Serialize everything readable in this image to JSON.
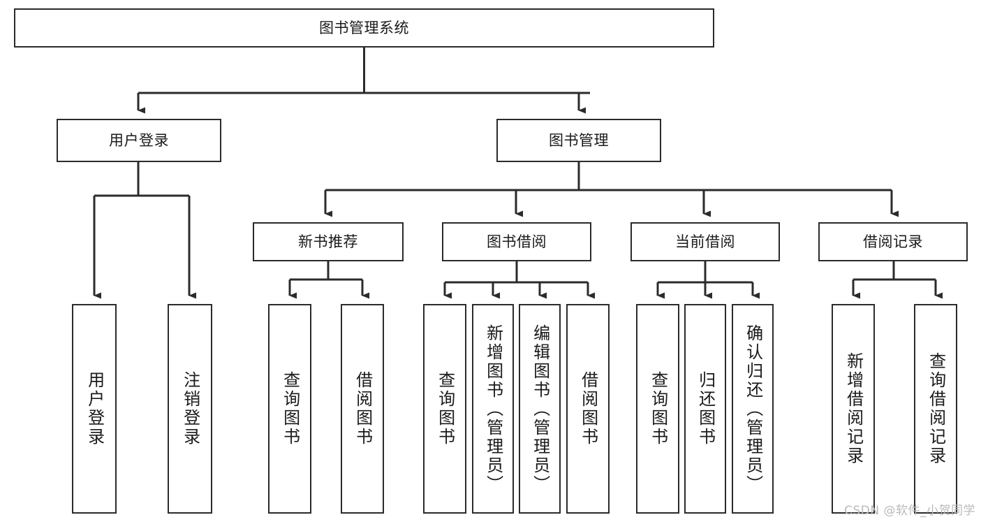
{
  "diagram": {
    "title": "图书管理系统",
    "type": "tree-hierarchy-chart",
    "watermark": "CSDN @软件_小贺同学",
    "colors": {
      "box_border": "#2b2b2b",
      "box_fill": "#ffffff",
      "connector": "#2b2b2b",
      "text": "#1a1a1a",
      "watermark": "#b9b9b9",
      "background": "#ffffff"
    },
    "nodes": {
      "root": {
        "label": "图书管理系统",
        "orientation": "horizontal"
      },
      "level2": [
        {
          "label": "用户登录",
          "orientation": "horizontal"
        },
        {
          "label": "图书管理",
          "orientation": "horizontal"
        }
      ],
      "level3": [
        {
          "label": "新书推荐",
          "orientation": "horizontal"
        },
        {
          "label": "图书借阅",
          "orientation": "horizontal"
        },
        {
          "label": "当前借阅",
          "orientation": "horizontal"
        },
        {
          "label": "借阅记录",
          "orientation": "horizontal"
        }
      ],
      "leaves": {
        "user_login": [
          {
            "label": "用户登录",
            "orientation": "vertical"
          },
          {
            "label": "注销登录",
            "orientation": "vertical"
          }
        ],
        "new_book_recommend": [
          {
            "label": "查询图书",
            "orientation": "vertical"
          },
          {
            "label": "借阅图书",
            "orientation": "vertical"
          }
        ],
        "book_borrow": [
          {
            "label": "查询图书",
            "orientation": "vertical"
          },
          {
            "label": "新增图书（管理员）",
            "orientation": "vertical"
          },
          {
            "label": "编辑图书（管理员）",
            "orientation": "vertical"
          },
          {
            "label": "借阅图书",
            "orientation": "vertical"
          }
        ],
        "current_borrow": [
          {
            "label": "查询图书",
            "orientation": "vertical"
          },
          {
            "label": "归还图书",
            "orientation": "vertical"
          },
          {
            "label": "确认归还（管理员）",
            "orientation": "vertical"
          }
        ],
        "borrow_record": [
          {
            "label": "新增借阅记录",
            "orientation": "vertical"
          },
          {
            "label": "查询借阅记录",
            "orientation": "vertical"
          }
        ]
      }
    }
  }
}
